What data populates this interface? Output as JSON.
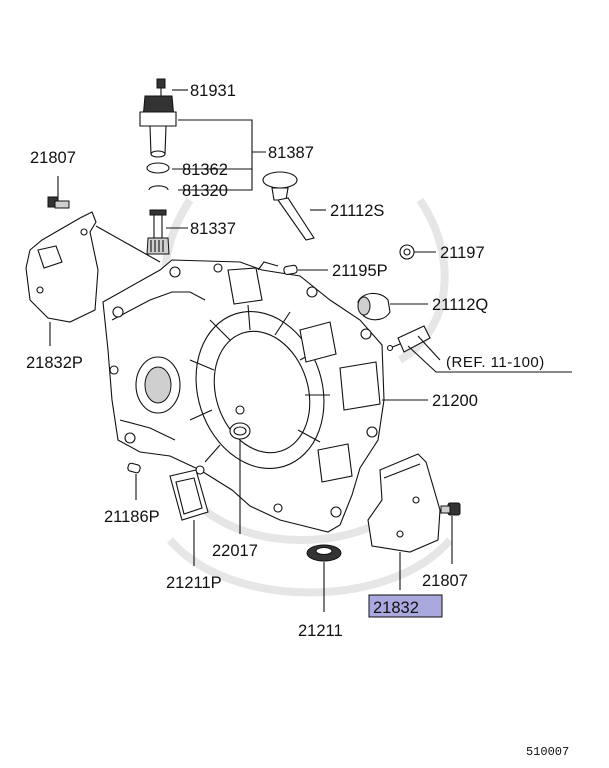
{
  "diagram": {
    "highlight_color": "#a9a9df",
    "labels": {
      "p81931": "81931",
      "p81387": "81387",
      "p81362": "81362",
      "p81320": "81320",
      "p81337": "81337",
      "p21807_top": "21807",
      "p21832P": "21832P",
      "p21112S": "21112S",
      "p21197": "21197",
      "p21195P": "21195P",
      "p21112Q": "21112Q",
      "ref": "(REF. 11-100)",
      "p21200": "21200",
      "p21186P": "21186P",
      "p22017": "22017",
      "p21211P": "21211P",
      "p21211": "21211",
      "p21832": "21832",
      "p21807_bottom": "21807",
      "code": "510007"
    }
  }
}
